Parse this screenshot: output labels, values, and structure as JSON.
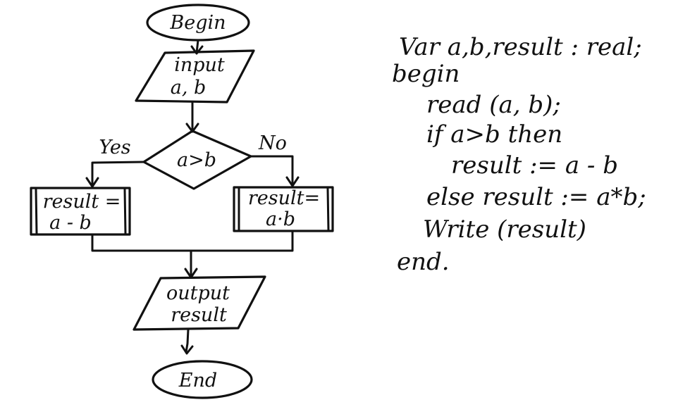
{
  "flowchart": {
    "begin": "Begin",
    "input_line1": "input",
    "input_line2": "a, b",
    "condition": "a>b",
    "yes_label": "Yes",
    "no_label": "No",
    "yes_action_line1": "result =",
    "yes_action_line2": "a - b",
    "no_action_line1": "result=",
    "no_action_line2": "a·b",
    "output_line1": "output",
    "output_line2": "result",
    "end": "End"
  },
  "code": {
    "lines": [
      "Var a,b,result : real;",
      "begin",
      "read (a, b);",
      "if a>b then",
      "result := a - b",
      "else result := a*b;",
      "Write (result)",
      "end."
    ]
  },
  "colors": {
    "ink": "#111111",
    "paper": "#ffffff"
  }
}
